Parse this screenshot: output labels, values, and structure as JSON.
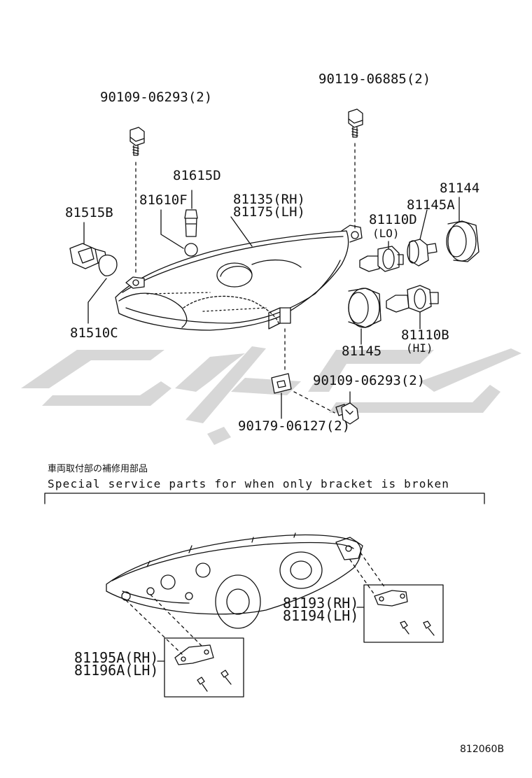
{
  "header_parts": {
    "bolt_left": "90109-06293(2)",
    "bolt_right": "90119-06885(2)",
    "p81615d": "81615D",
    "p81610f": "81610F",
    "p81515b": "81515B",
    "lamp_rh": "81135(RH)",
    "lamp_lh": "81175(LH)",
    "p81144": "81144",
    "p81145a": "81145A",
    "p81110d": "81110D",
    "lo": "(LO)",
    "p81510c": "81510C",
    "p81145": "81145",
    "p81110b": "81110B",
    "hi": "(HI)",
    "bolt_bottom": "90109-06293(2)",
    "clip": "90179-06127(2)"
  },
  "service_note": {
    "jp": "車両取付部の補修用部品",
    "en": "Special service parts for when only bracket is broken"
  },
  "bracket_parts": {
    "upper_rh": "81193(RH)",
    "upper_lh": "81194(LH)",
    "lower_rh": "81195A(RH)",
    "lower_lh": "81196A(LH)"
  },
  "figure_code": "812060B",
  "watermark_color": "#d7d7d7"
}
